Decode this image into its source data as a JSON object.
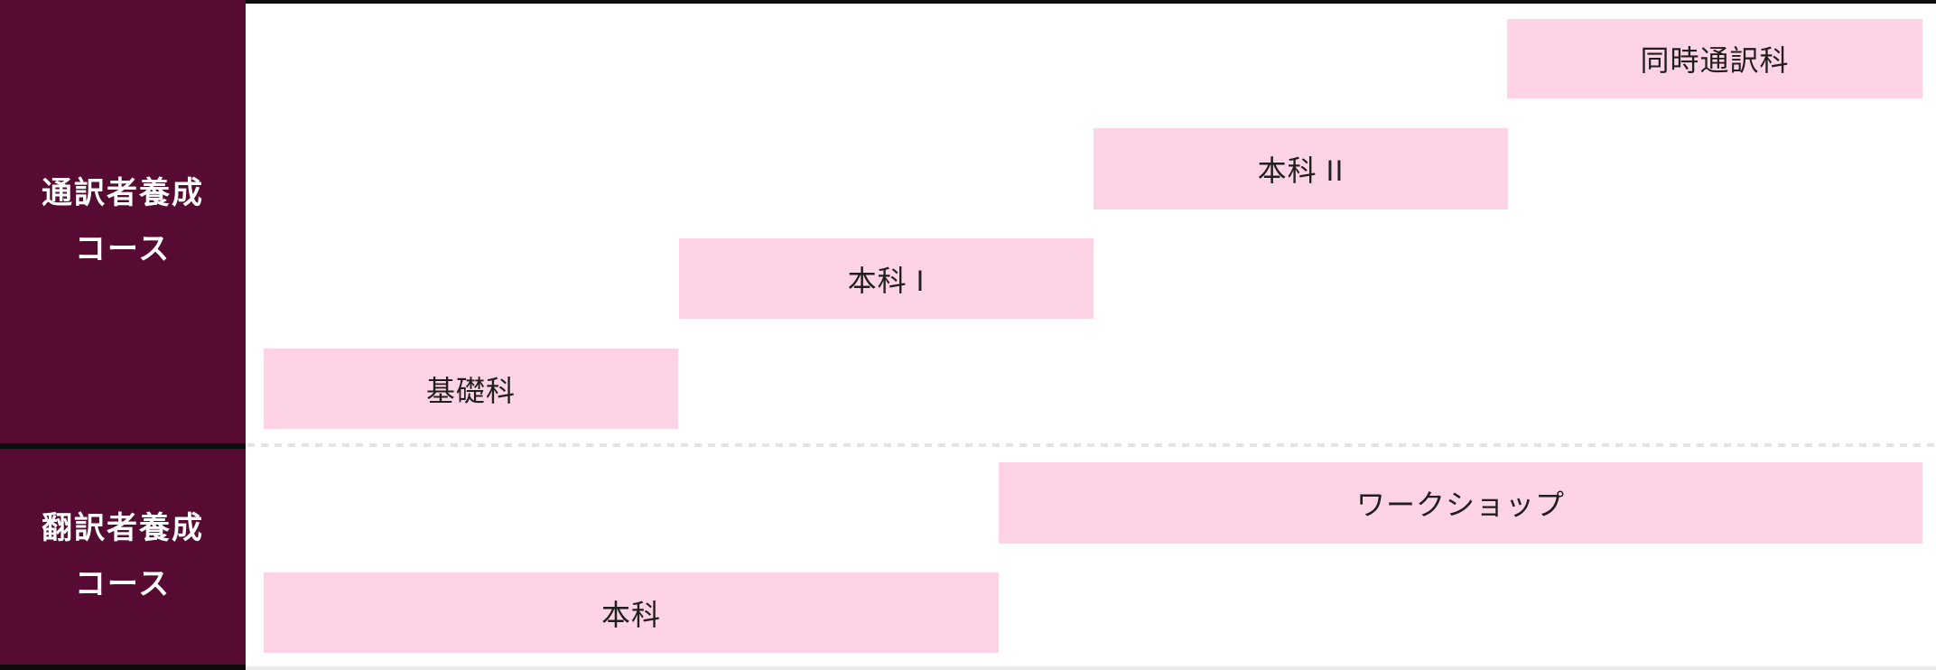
{
  "diagram": {
    "title": "course-level-ladder",
    "rows": [
      {
        "sidebar_label": [
          "通訳者養成",
          "コース"
        ],
        "bars": [
          {
            "label": "基礎科"
          },
          {
            "label": "本科 I"
          },
          {
            "label": "本科 II"
          },
          {
            "label": "同時通訳科"
          }
        ]
      },
      {
        "sidebar_label": [
          "翻訳者養成",
          "コース"
        ],
        "bars": [
          {
            "label": "本科"
          },
          {
            "label": "ワークショップ"
          }
        ]
      }
    ],
    "colors": {
      "background": "#ffffff",
      "sidebar_bg": "#570b33",
      "sidebar_text": "#ffffff",
      "bar_bg": "#fdd3e5",
      "bar_text": "#1f1f1f",
      "divider_black": "#0d0d0d",
      "divider_dashed": "#e4e4e4",
      "bottom_border_gray": "#e9e9e9"
    }
  }
}
